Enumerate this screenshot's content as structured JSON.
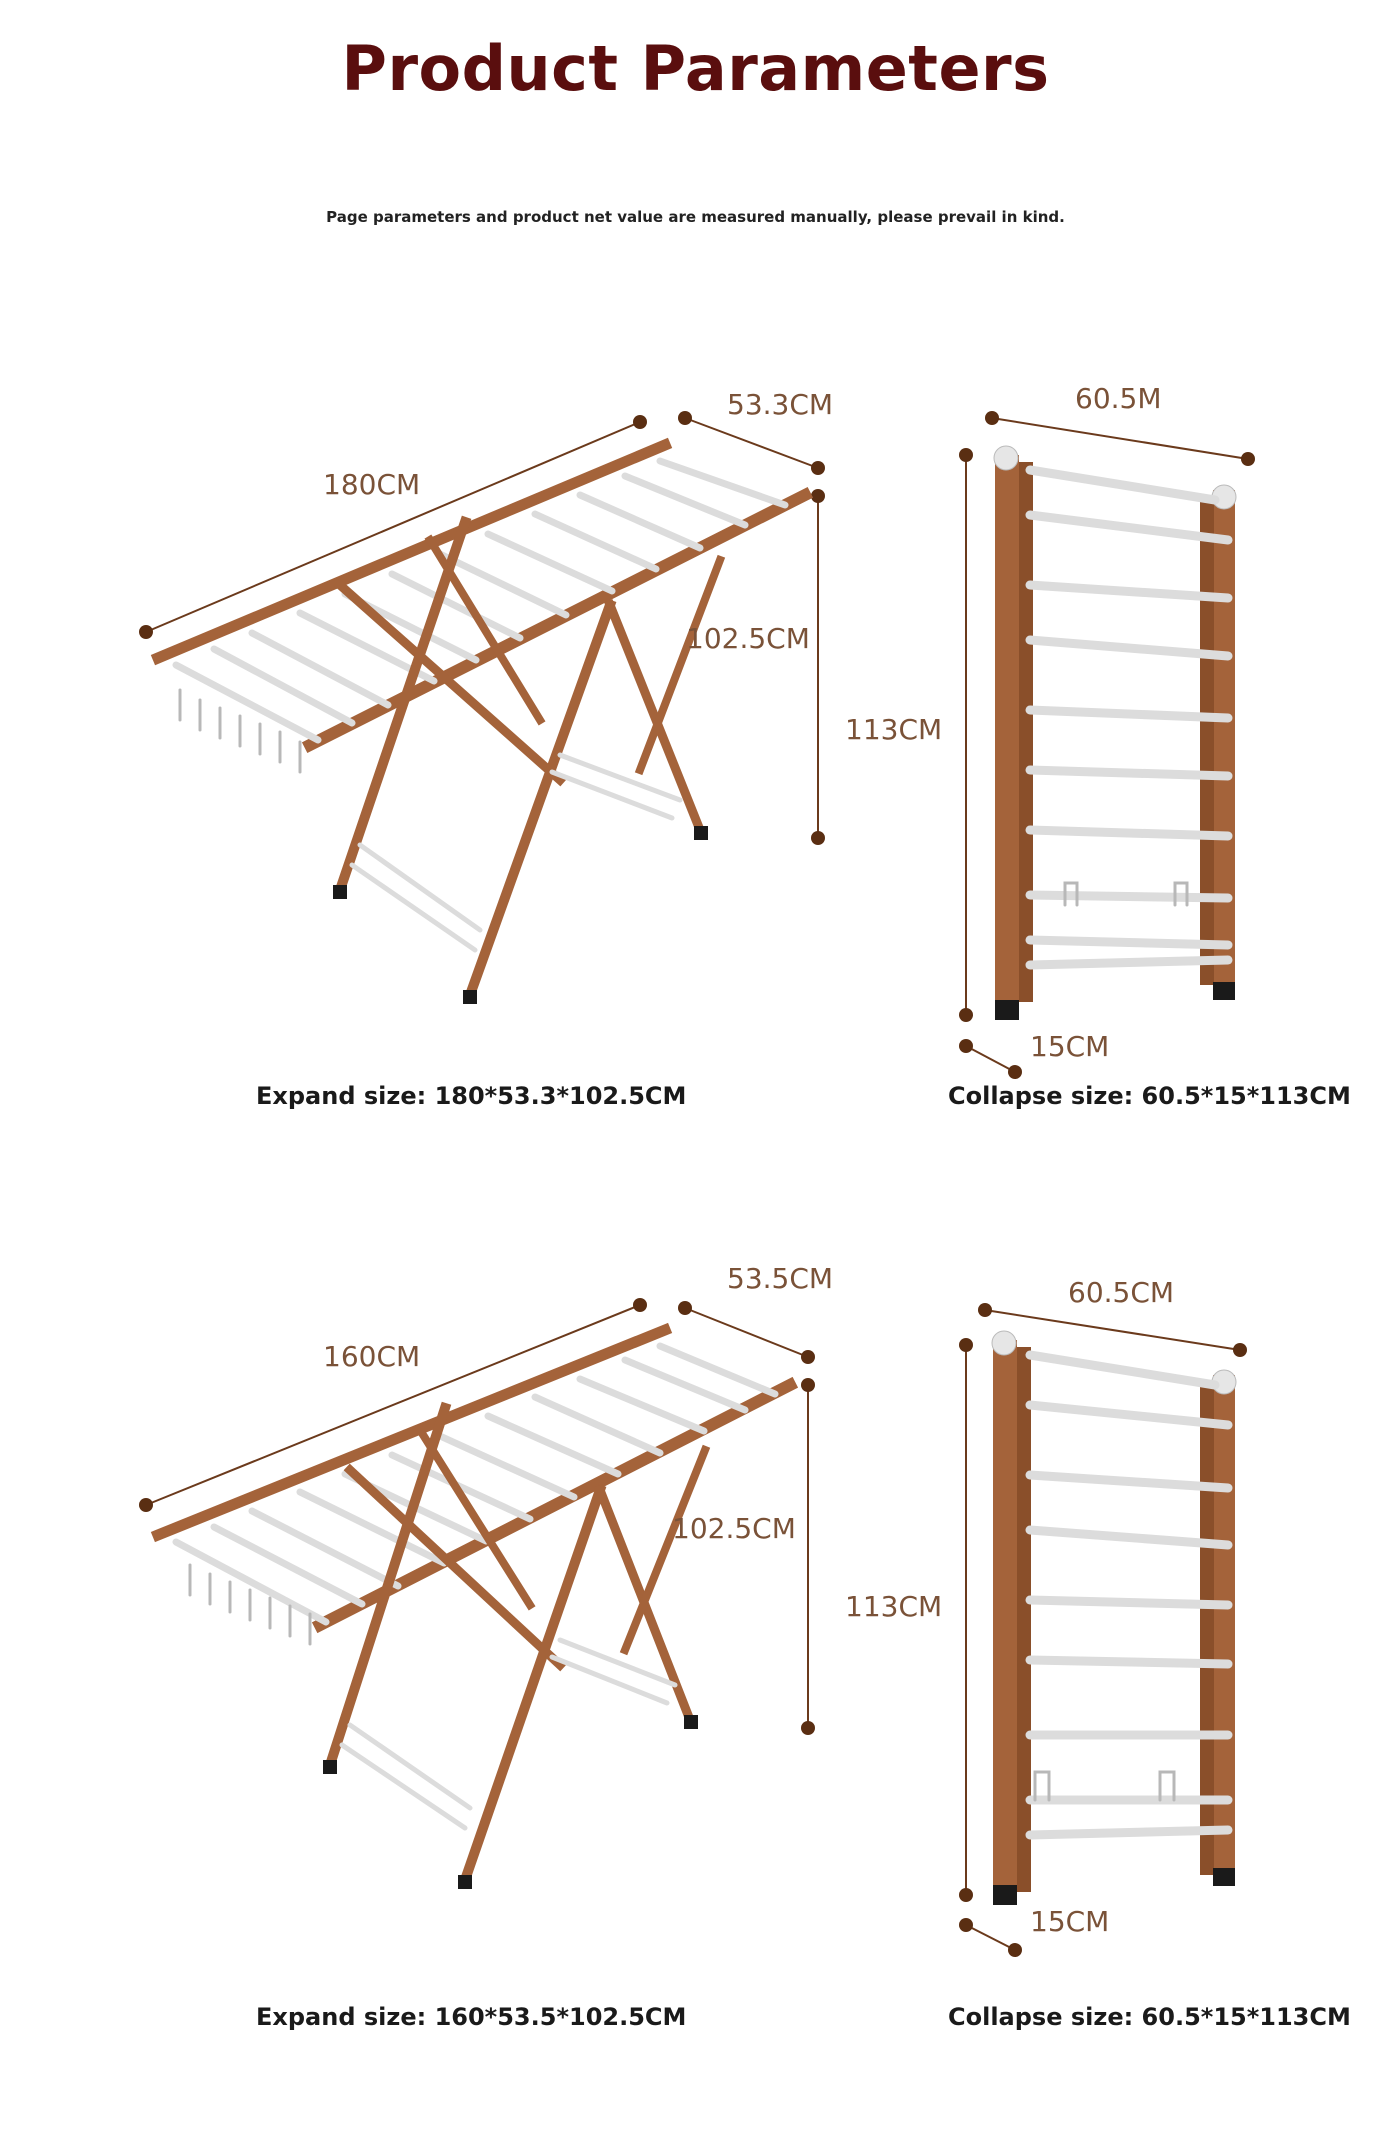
{
  "header": {
    "title": "Product Parameters",
    "subtitle": "Page parameters and product net value are measured manually, please prevail in kind."
  },
  "products": [
    {
      "expanded": {
        "length": "180CM",
        "width": "53.3CM",
        "height": "102.5CM",
        "caption": "Expand size: 180*53.3*102.5CM"
      },
      "collapsed": {
        "width": "60.5M",
        "height": "113CM",
        "depth": "15CM",
        "caption": "Collapse size: 60.5*15*113CM"
      }
    },
    {
      "expanded": {
        "length": "160CM",
        "width": "53.5CM",
        "height": "102.5CM",
        "caption": "Expand size: 160*53.5*102.5CM"
      },
      "collapsed": {
        "width": "60.5CM",
        "height": "113CM",
        "depth": "15CM",
        "caption": "Collapse size: 60.5*15*113CM"
      }
    }
  ],
  "colors": {
    "title": "#5a0e0e",
    "dimension_text": "#7a5238",
    "wood_frame": "#a4633a",
    "metal_rails": "#dcdcdc"
  }
}
